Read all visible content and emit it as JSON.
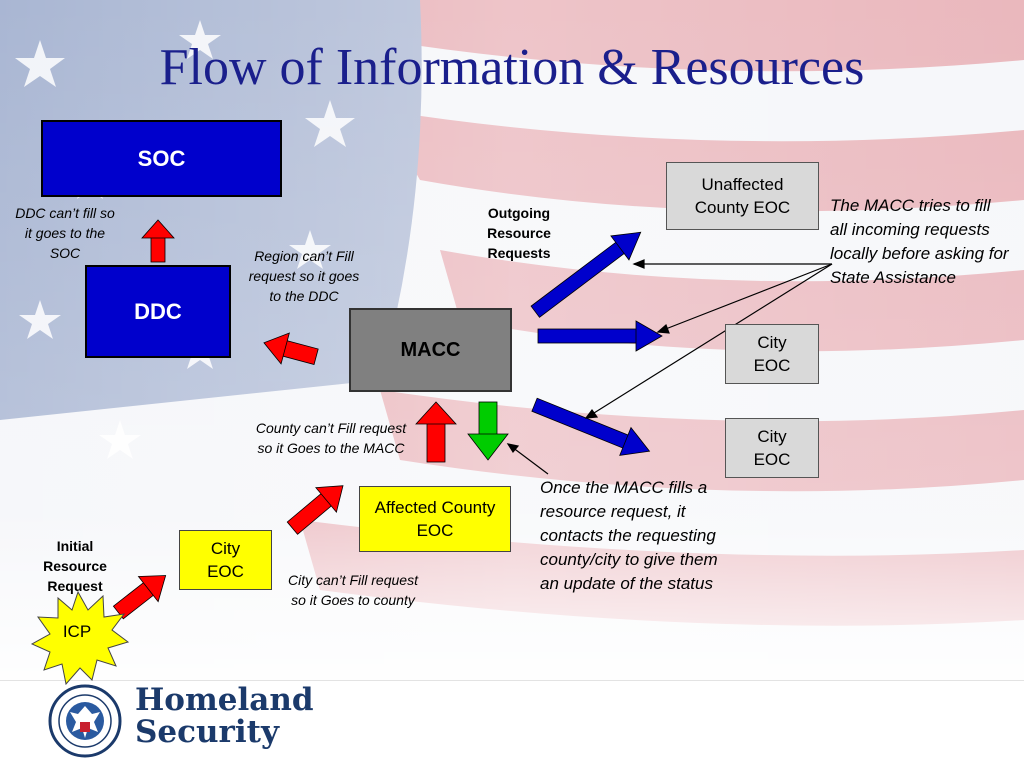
{
  "title": "Flow of Information & Resources",
  "colors": {
    "title": "#1a1f8c",
    "state_box": "#0000cc",
    "macc_box": "#808080",
    "peer_box": "#d9d9d9",
    "local_box": "#ffff00",
    "escalate_arrow": "#ff0000",
    "outgoing_arrow": "#0000cc",
    "response_arrow": "#00cc00",
    "flag_stripe": "#c8202f",
    "flag_canton": "#1e3f8a"
  },
  "nodes": {
    "soc": "SOC",
    "ddc": "DDC",
    "macc": "MACC",
    "unaffected_county": "Unaffected County EOC",
    "city_eoc_right_1": "City EOC",
    "city_eoc_right_2": "City EOC",
    "affected_county": "Affected County EOC",
    "city_eoc_left": "City EOC",
    "icp": "ICP"
  },
  "notes": {
    "ddc_note": "DDC can’t fill so it goes to the SOC",
    "region_note": "Region can’t Fill request so it goes to the DDC",
    "county_note": "County can’t Fill request so it Goes to the MACC",
    "city_note": "City can’t Fill request so it Goes to county",
    "outgoing_label": "Outgoing Resource Requests",
    "initial_label": "Initial Resource Request",
    "macc_tries": "The MACC tries to fill all incoming requests locally before asking for State Assistance",
    "macc_fills": "Once the MACC fills a resource request, it contacts the requesting county/city to give them an update of the status"
  },
  "logo": {
    "line1": "Homeland",
    "line2": "Security",
    "seal_icon": "dhs-seal-icon"
  }
}
